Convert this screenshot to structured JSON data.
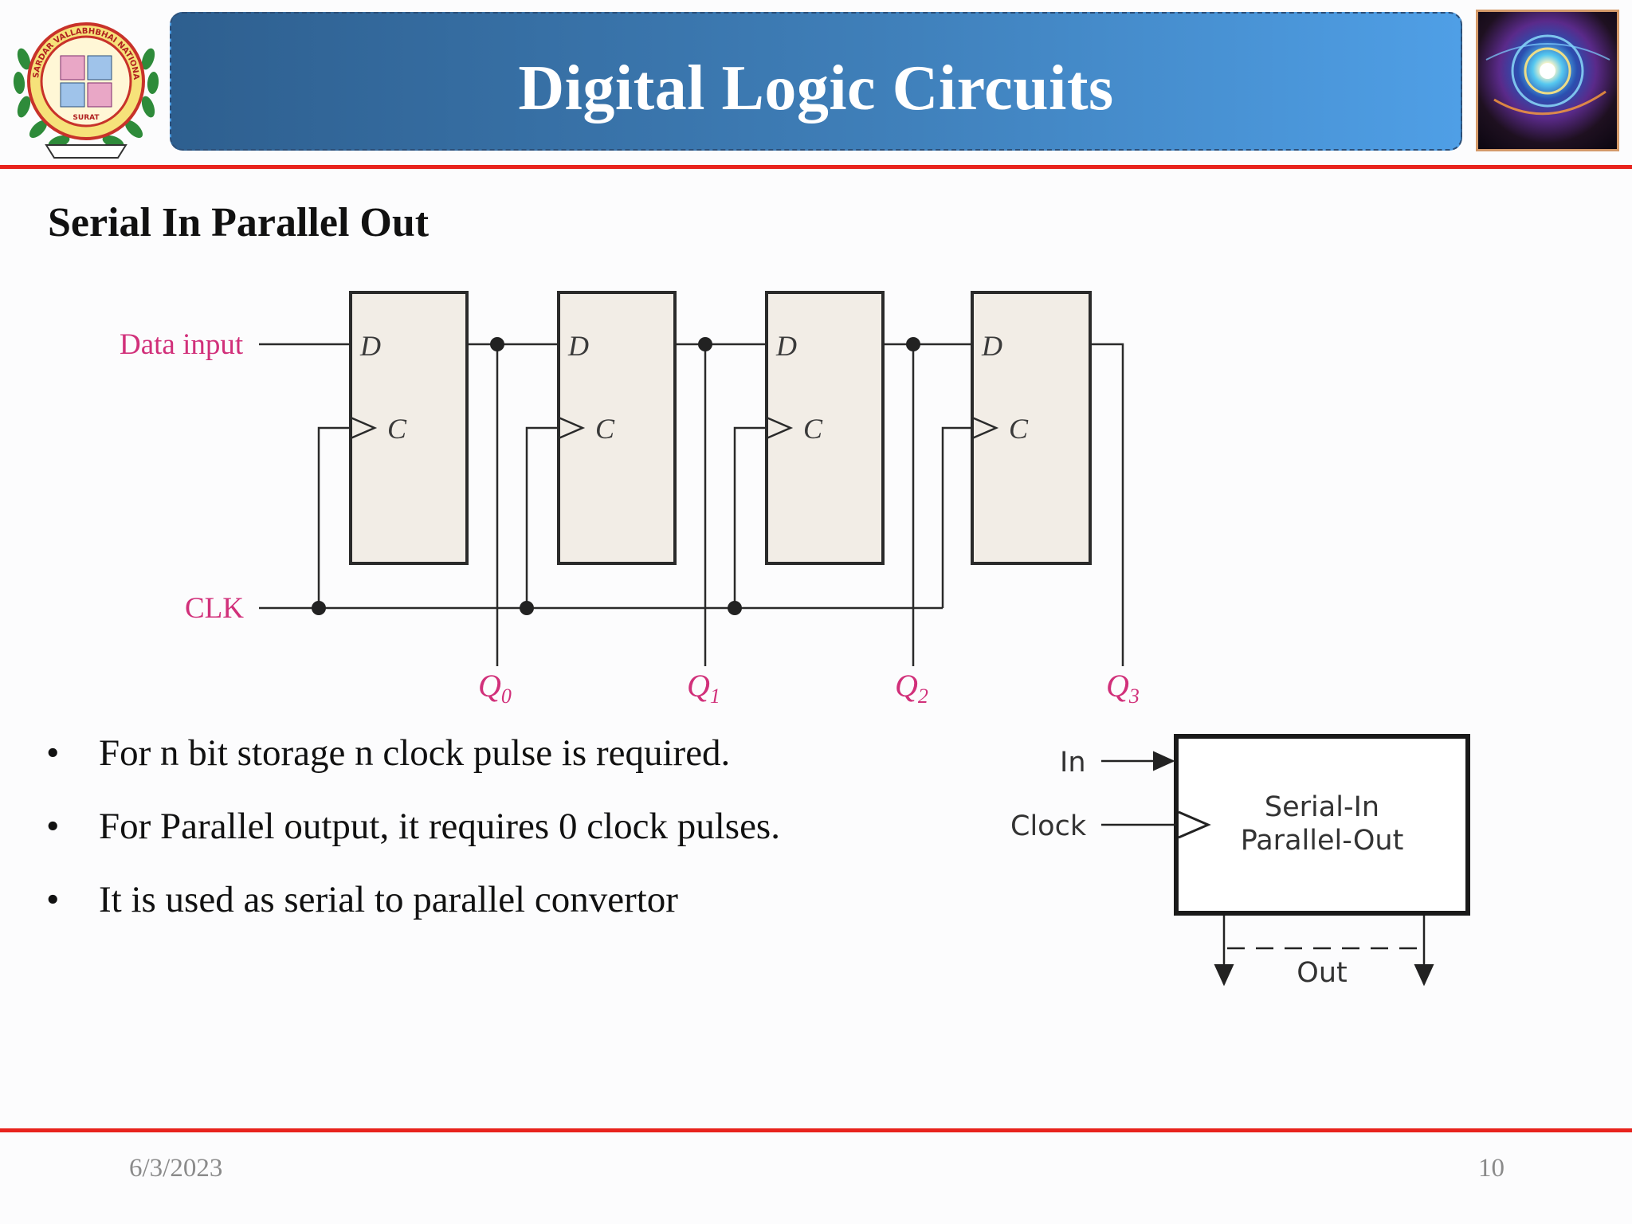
{
  "header": {
    "title": "Digital Logic Circuits",
    "logo_left": {
      "icon": "institute-seal-icon",
      "text_top": "SARDAR VALLABHBHAI NATIONAL INSTITUTE OF TECHNOLOGY",
      "text_bottom": "SURAT"
    },
    "logo_right": {
      "icon": "abstract-eye-image-icon"
    }
  },
  "colors": {
    "accent_red": "#e8231d",
    "title_bar_start": "#2e5f8f",
    "title_bar_end": "#4f9fe6",
    "diagram_label": "#d1307a",
    "flipflop_fill": "#f2ede6"
  },
  "slide": {
    "subtitle": "Serial In Parallel Out",
    "circuit": {
      "data_input_label": "Data input",
      "clk_label": "CLK",
      "flipflops": [
        {
          "d": "D",
          "c": "C"
        },
        {
          "d": "D",
          "c": "C"
        },
        {
          "d": "D",
          "c": "C"
        },
        {
          "d": "D",
          "c": "C"
        }
      ],
      "outputs": [
        {
          "q": "Q",
          "sub": "0"
        },
        {
          "q": "Q",
          "sub": "1"
        },
        {
          "q": "Q",
          "sub": "2"
        },
        {
          "q": "Q",
          "sub": "3"
        }
      ]
    },
    "bullets": [
      "For n bit storage n clock pulse is required.",
      "For Parallel output, it requires 0 clock pulses.",
      "It is used as serial to parallel convertor"
    ],
    "block": {
      "in_label": "In",
      "clock_label": "Clock",
      "name_line1": "Serial-In",
      "name_line2": "Parallel-Out",
      "out_label": "Out"
    }
  },
  "footer": {
    "date": "6/3/2023",
    "page": "10"
  }
}
